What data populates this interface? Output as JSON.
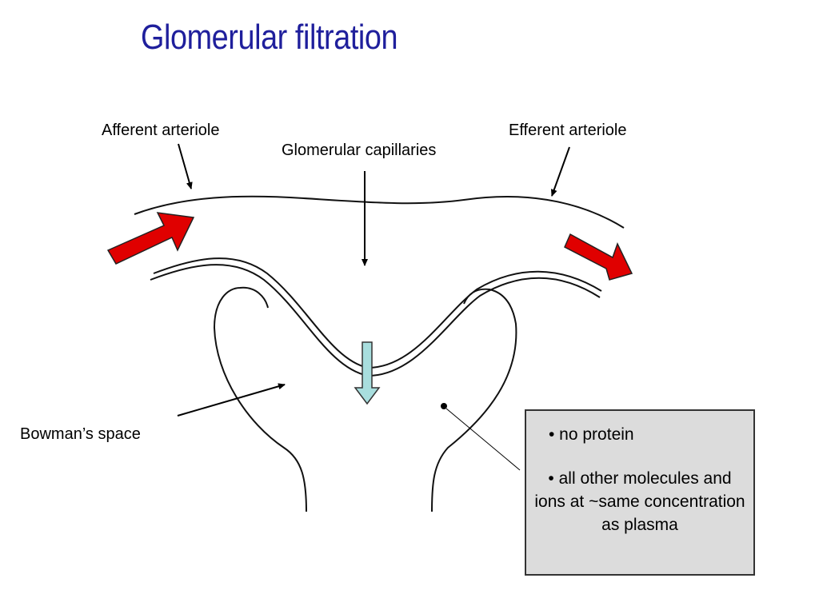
{
  "slide": {
    "title": "Glomerular filtration"
  },
  "labels": {
    "afferent": "Afferent arteriole",
    "efferent": "Efferent arteriole",
    "capillaries": "Glomerular capillaries",
    "bowmans_space": "Bowman’s space"
  },
  "info_box": {
    "items": [
      "• no protein",
      "• all other molecules and ions at  ~same concentration as plasma"
    ]
  },
  "colors": {
    "title": "#1f1f9c",
    "flow_arrow": "#e00000",
    "filtration_arrow": "#a8dede",
    "box_fill": "#dcdcdc"
  }
}
